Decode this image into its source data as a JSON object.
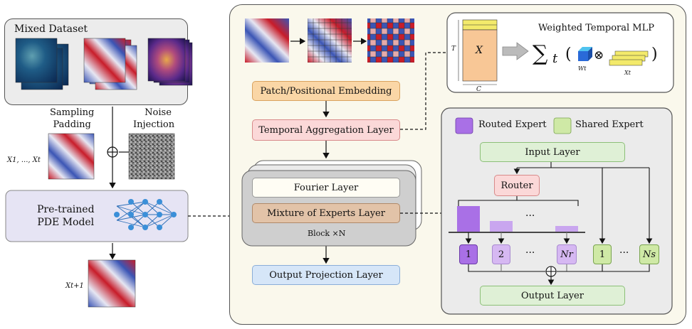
{
  "left": {
    "dataset_label": "Mixed Dataset",
    "sampling_label_1": "Sampling",
    "sampling_label_2": "Padding",
    "noise_label_1": "Noise",
    "noise_label_2": "Injection",
    "input_seq_label": "X1, ..., Xt",
    "model_label_1": "Pre-trained",
    "model_label_2": "PDE Model",
    "output_label": "Xt+1"
  },
  "pipeline": {
    "patch_embedding": "Patch/Positional Embedding",
    "temporal_aggregation": "Temporal Aggregation Layer",
    "fourier_layer": "Fourier Layer",
    "moe_layer": "Mixture of Experts Layer",
    "block_label": "Block ×N",
    "output_projection": "Output Projection Layer"
  },
  "mlp": {
    "title": "Weighted Temporal MLP",
    "matrix_label": "X",
    "t_label": "T",
    "c_label": "C",
    "sum_symbol": "∑",
    "sum_sub": "t",
    "weight_label": "Wt",
    "x_label": "Xt",
    "otimes": "⊗"
  },
  "moe": {
    "routed_legend": "Routed Expert",
    "shared_legend": "Shared Expert",
    "input_layer": "Input Layer",
    "router": "Router",
    "output_layer": "Output Layer",
    "routed_experts": [
      "1",
      "2",
      "···",
      "Nr"
    ],
    "shared_experts": [
      "1",
      "···",
      "Ns"
    ],
    "bar_dots": "···",
    "colors": {
      "routed_dark": "#a970e6",
      "routed_light": "#d6b8f2",
      "shared": "#cfe9a6",
      "input_fill": "#dff0d6",
      "router_fill": "#fbd8d8"
    }
  },
  "icons": {
    "plus": "circled-plus-icon"
  }
}
